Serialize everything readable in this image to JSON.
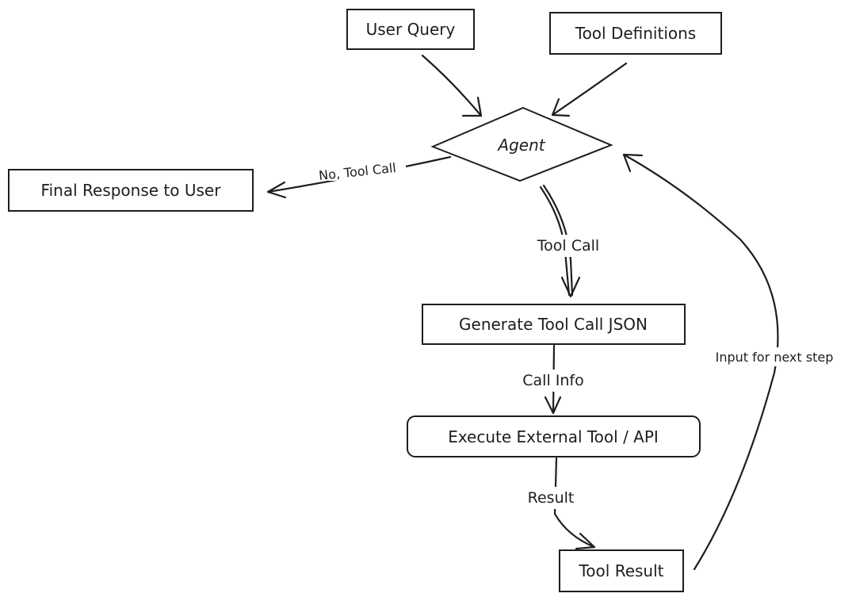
{
  "diagram": {
    "nodes": {
      "user_query": "User Query",
      "tool_definitions": "Tool Definitions",
      "agent": "Agent",
      "final_response": "Final Response to User",
      "generate_json": "Generate Tool Call JSON",
      "execute_tool": "Execute External Tool / API",
      "tool_result": "Tool Result"
    },
    "edge_labels": {
      "no_tool_call": "No, Tool Call",
      "tool_call": "Tool Call",
      "call_info": "Call Info",
      "result": "Result",
      "input_next_step": "Input for next step"
    }
  }
}
